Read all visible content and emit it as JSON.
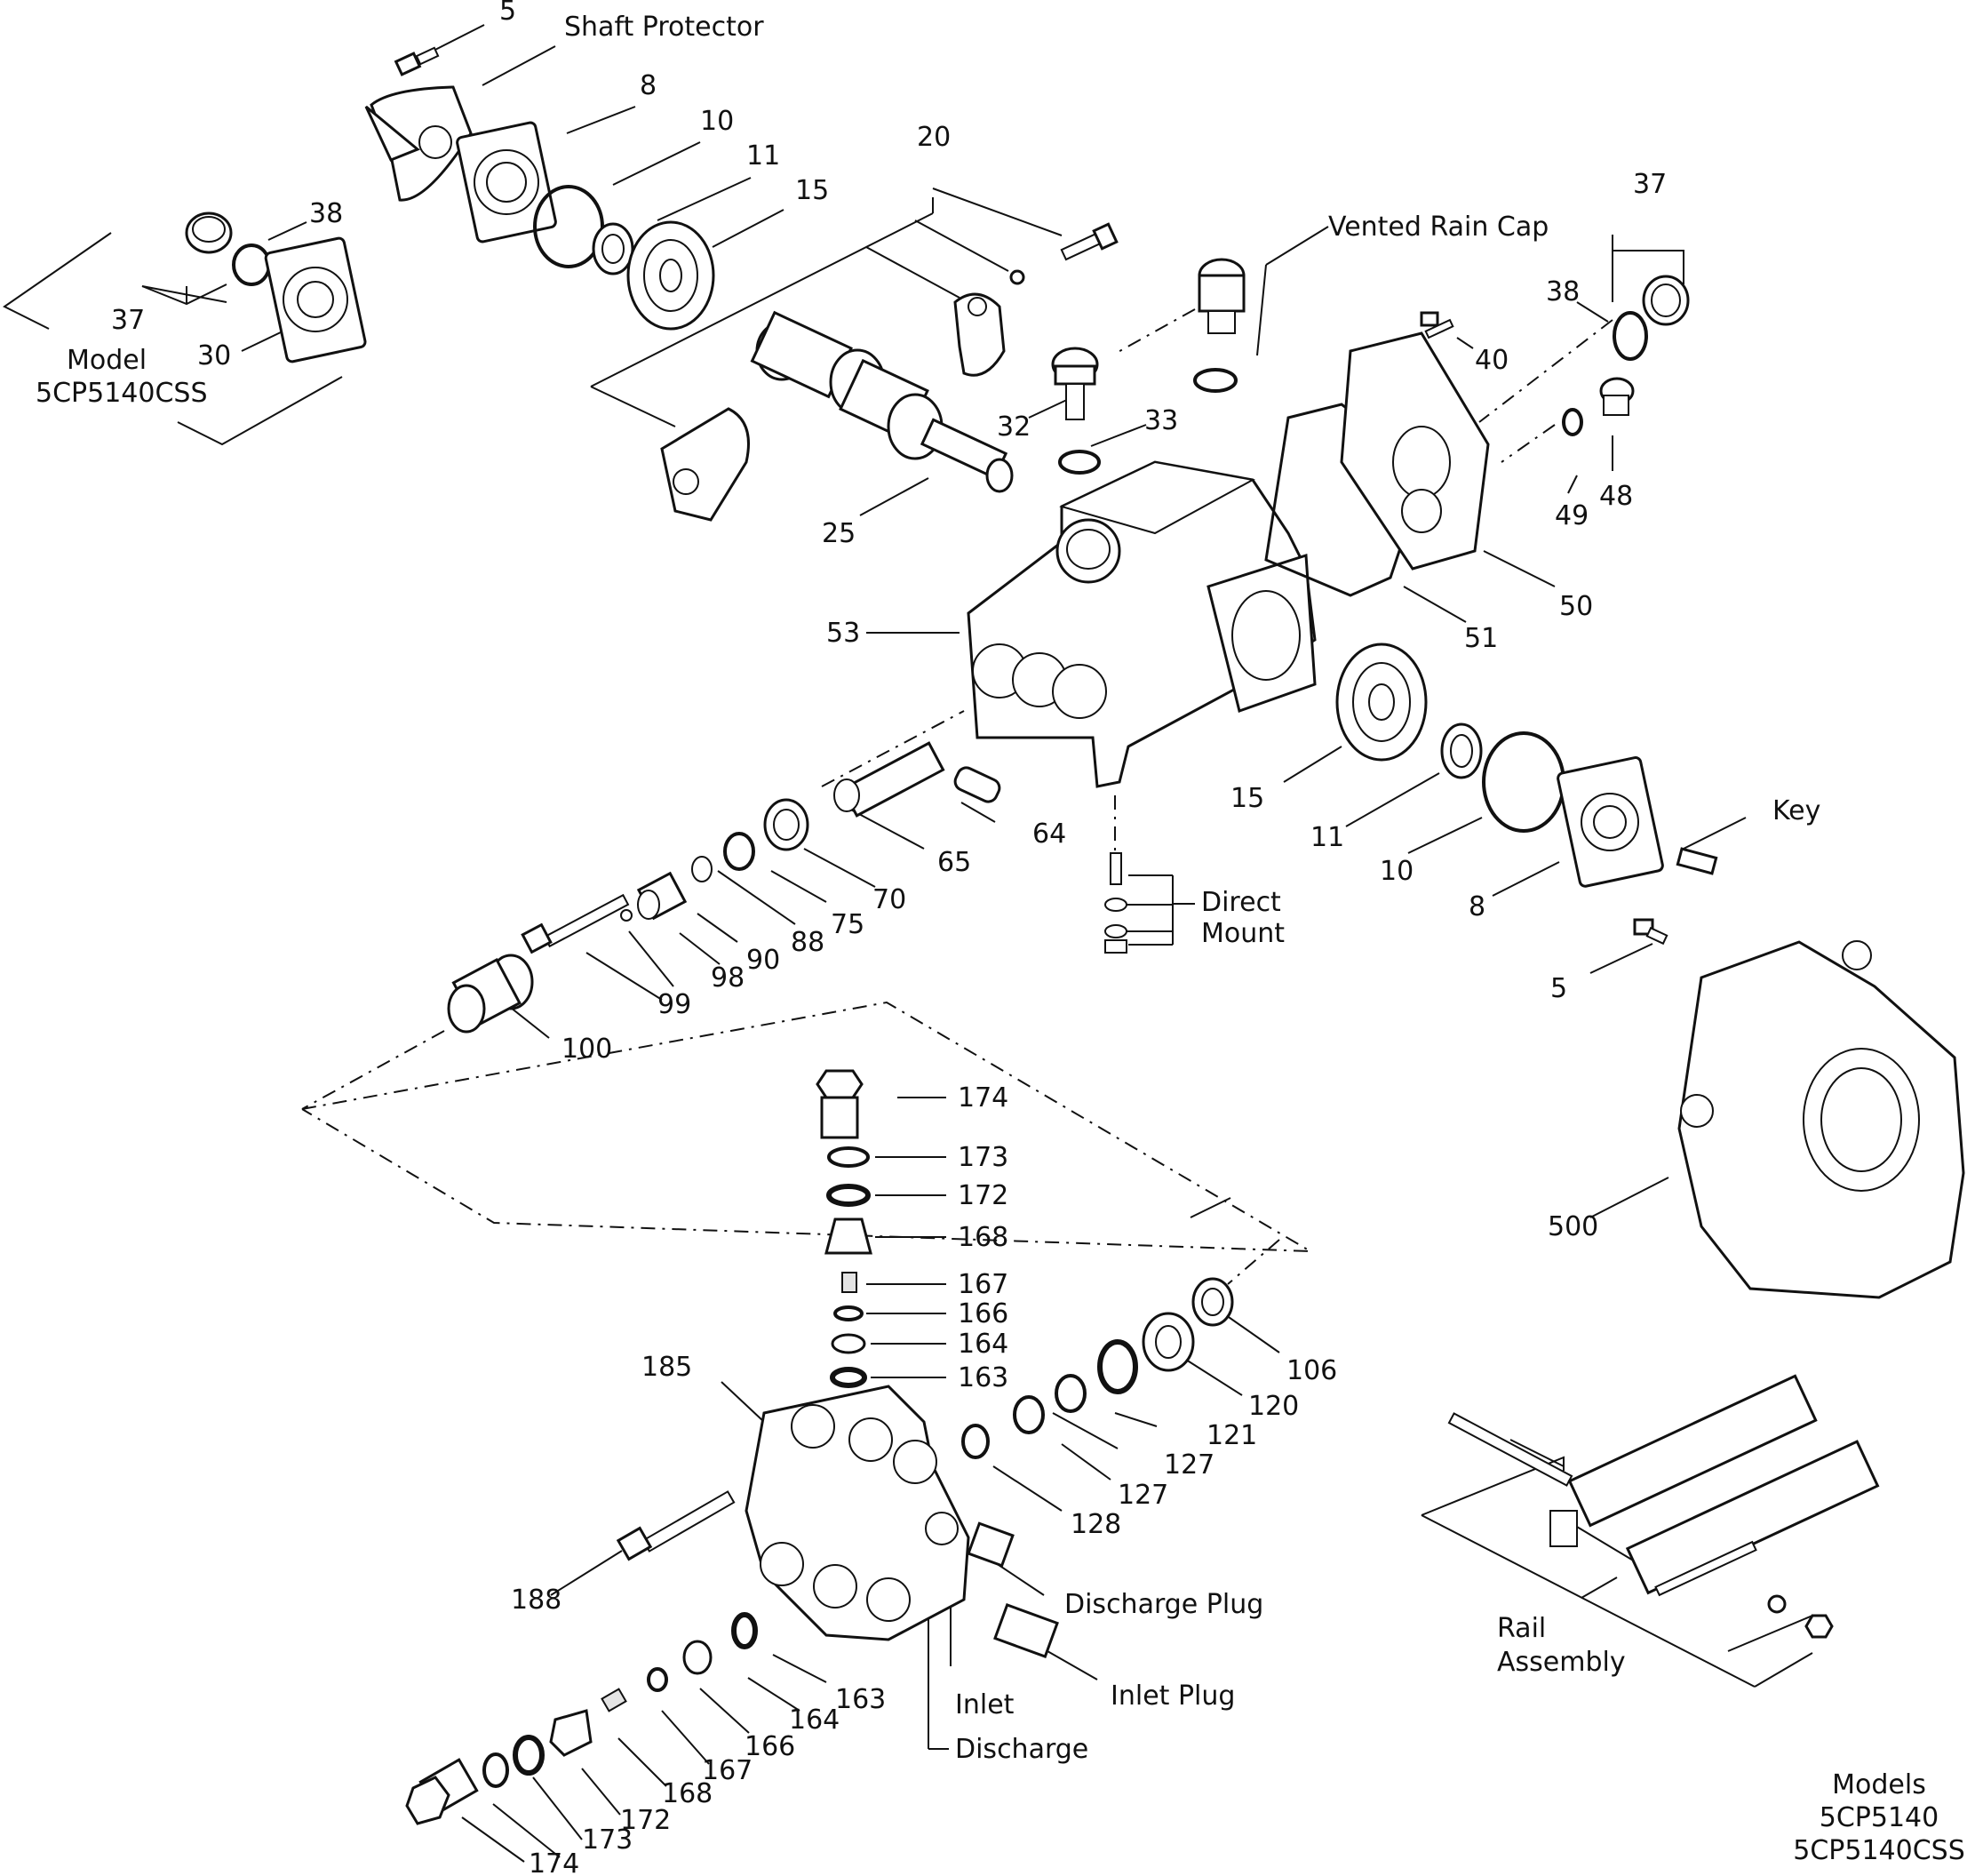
{
  "callouts": {
    "c5_top": "5",
    "shaft_protector": "Shaft Protector",
    "c8_top": "8",
    "c10_top": "10",
    "c11_top": "11",
    "c15_top": "15",
    "c20": "20",
    "c38_left": "38",
    "c37_left": "37",
    "c30": "30",
    "model_label": "Model",
    "model_number": "5CP5140CSS",
    "vented_rain_cap": "Vented Rain Cap",
    "c37_right": "37",
    "c38_right": "38",
    "c40": "40",
    "c32": "32",
    "c33": "33",
    "c25": "25",
    "c49": "49",
    "c48": "48",
    "c50": "50",
    "c51": "51",
    "c53": "53",
    "c15_mid": "15",
    "c11_mid": "11",
    "c10_mid": "10",
    "c8_mid": "8",
    "key": "Key",
    "c64": "64",
    "c65": "65",
    "c70": "70",
    "c75": "75",
    "c88": "88",
    "c90": "90",
    "c98": "98",
    "c99": "99",
    "c100": "100",
    "direct_mount_1": "Direct",
    "direct_mount_2": "Mount",
    "c5_mid": "5",
    "c500": "500",
    "c174_top": "174",
    "c173_top": "173",
    "c172_top": "172",
    "c168_top": "168",
    "c167_top": "167",
    "c166_top": "166",
    "c164_top": "164",
    "c163_top": "163",
    "c185": "185",
    "c106": "106",
    "c120": "120",
    "c121": "121",
    "c127_a": "127",
    "c127_b": "127",
    "c128": "128",
    "c188": "188",
    "discharge_plug": "Discharge Plug",
    "inlet_plug": "Inlet Plug",
    "inlet": "Inlet",
    "discharge": "Discharge",
    "c163_bot": "163",
    "c164_bot": "164",
    "c166_bot": "166",
    "c167_bot": "167",
    "c168_bot": "168",
    "c172_bot": "172",
    "c173_bot": "173",
    "c174_bot": "174",
    "rail_1": "Rail",
    "rail_2": "Assembly"
  },
  "models": {
    "heading": "Models",
    "model_a": "5CP5140",
    "model_b": "5CP5140CSS"
  }
}
